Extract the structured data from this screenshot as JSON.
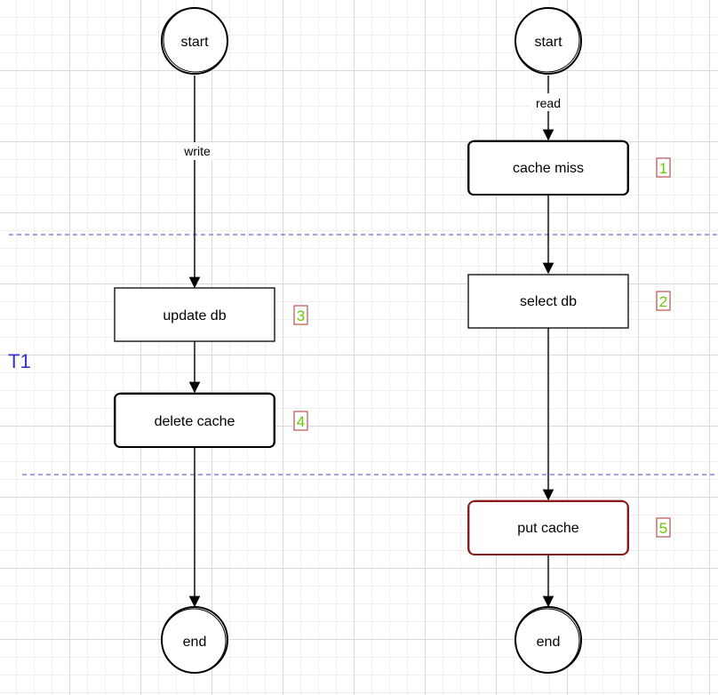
{
  "diagram": {
    "lane_label": "T1",
    "write_flow": {
      "start": "start",
      "edge_label": "write",
      "update_db": "update db",
      "update_db_step": "3",
      "delete_cache": "delete cache",
      "delete_cache_step": "4",
      "end": "end"
    },
    "read_flow": {
      "start": "start",
      "edge_label": "read",
      "cache_miss": "cache miss",
      "cache_miss_step": "1",
      "select_db": "select db",
      "select_db_step": "2",
      "put_cache": "put cache",
      "put_cache_step": "5",
      "end": "end"
    },
    "colors": {
      "stroke": "#000000",
      "divider": "#6a6ad8",
      "lane_label": "#3333cc",
      "step_number": "#66cc00",
      "step_border": "#b85450",
      "highlight_border": "#8b1a1a"
    }
  }
}
